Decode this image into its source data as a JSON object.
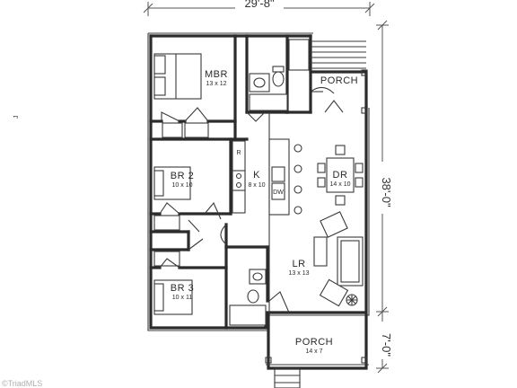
{
  "dimensions": {
    "width": "29'-8\"",
    "depth": "38'-0\"",
    "porch_depth": "7'-0\""
  },
  "rooms": {
    "mbr": {
      "name": "MBR",
      "size": "13 x 12"
    },
    "br2": {
      "name": "BR 2",
      "size": "10 x 10"
    },
    "br3": {
      "name": "BR 3",
      "size": "10 x 11"
    },
    "kitchen": {
      "name": "K",
      "size": "8 x 10",
      "range": "R",
      "dishwasher": "DW"
    },
    "dining": {
      "name": "DR",
      "size": "14 x 10"
    },
    "living": {
      "name": "LR",
      "size": "13 x 13"
    },
    "porch_rear": {
      "name": "PORCH"
    },
    "porch_front": {
      "name": "PORCH",
      "size": "14 x 7"
    }
  },
  "watermark": "©TriadMLS",
  "margin_mark": "J"
}
